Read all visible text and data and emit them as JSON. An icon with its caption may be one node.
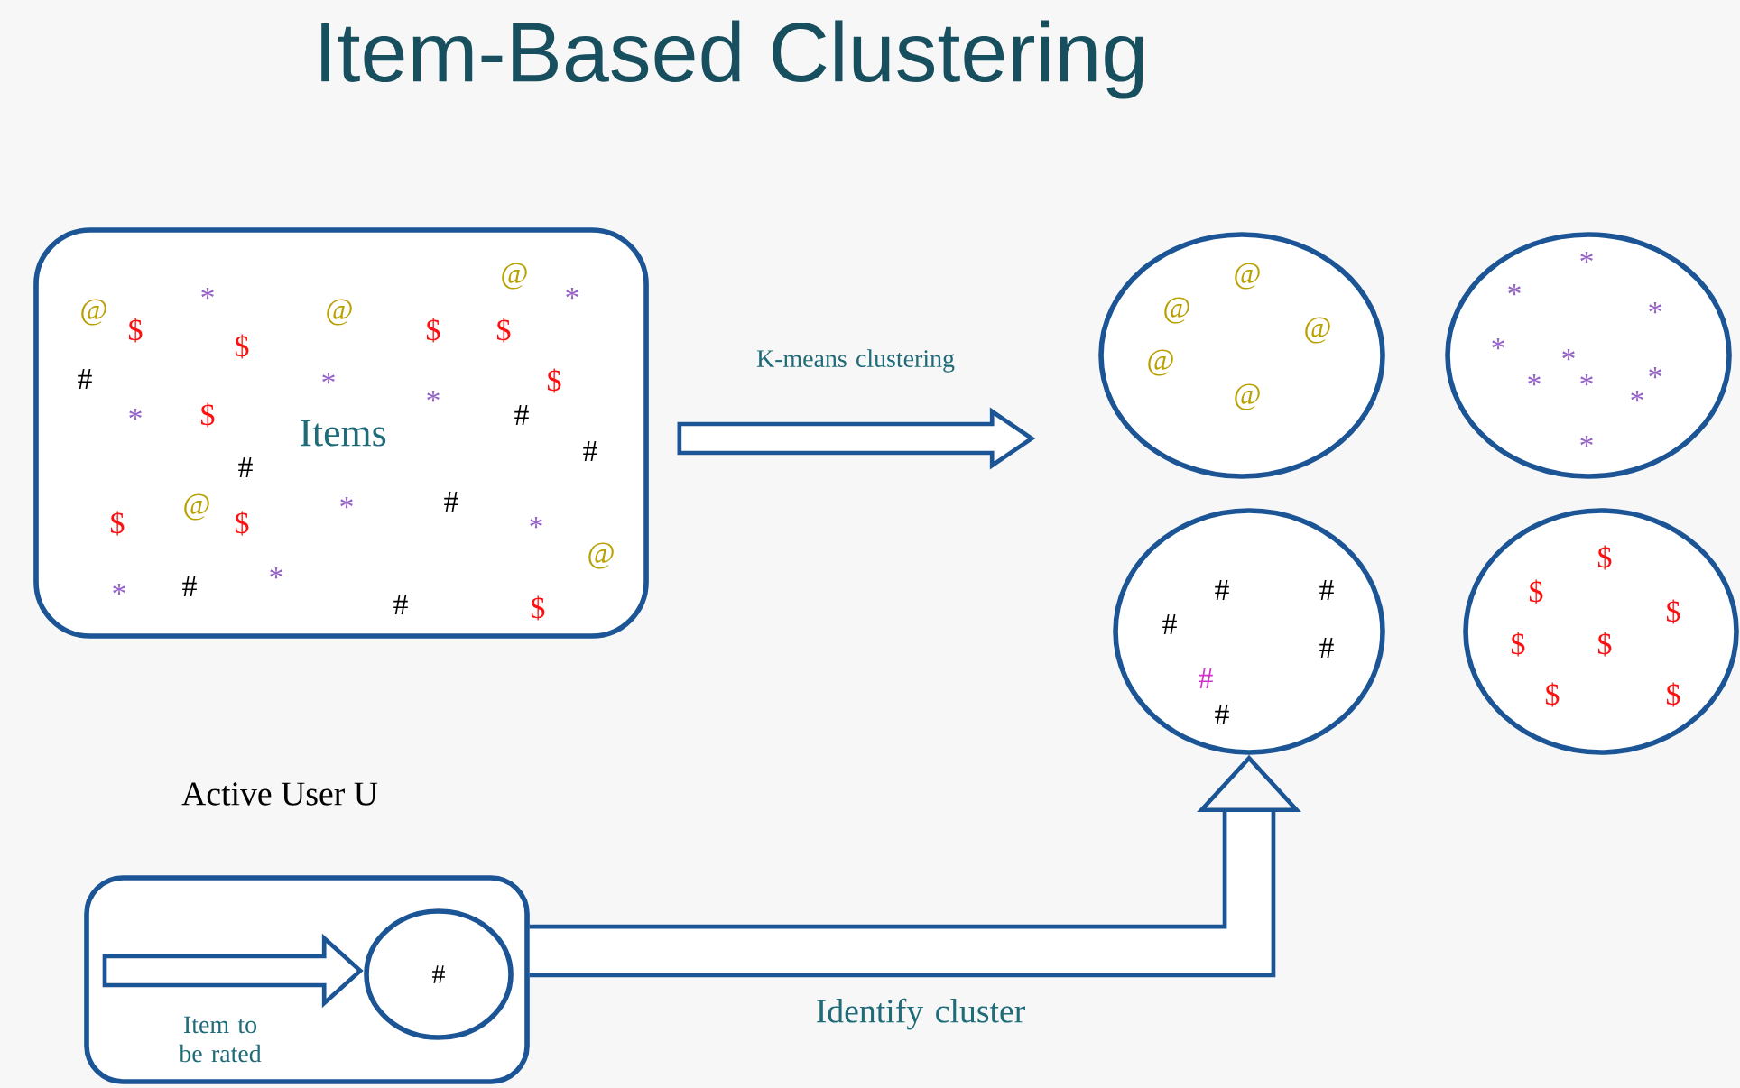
{
  "diagram": {
    "title": "Item-Based Clustering",
    "nodes": [
      {
        "text": [
          "Items",
          "@",
          "$",
          "*",
          "$",
          "@",
          "$",
          "$",
          "@",
          "*",
          "#",
          "*",
          "*",
          "$",
          "*",
          "$",
          "#",
          "#",
          "#",
          "@",
          "$",
          "*",
          "#",
          "$",
          "*",
          "@",
          "*",
          "#",
          "*",
          "#",
          "$"
        ]
      },
      {
        "text": [
          "@",
          "@",
          "@",
          "@",
          "@"
        ]
      },
      {
        "text": [
          "*",
          "*",
          "*",
          "*",
          "*",
          "*",
          "*",
          "*",
          "*",
          "*"
        ]
      },
      {
        "text": [
          "#",
          "#",
          "#",
          "#",
          "#",
          "#"
        ]
      },
      {
        "text": [
          "$",
          "$",
          "$",
          "$",
          "$",
          "$",
          "$"
        ]
      },
      {
        "text": [
          "Active User U"
        ]
      },
      {
        "text": [
          "#"
        ],
        "in": 5
      }
    ],
    "edges": [
      {
        "from": 0,
        "to": 1,
        "arrow": "to",
        "label": "K-means clustering"
      },
      {
        "from": null,
        "to": 6,
        "arrow": "to",
        "label": "Item to be rated"
      },
      {
        "from": 5,
        "to": 3,
        "arrow": "to",
        "label": "Identify cluster"
      }
    ]
  }
}
